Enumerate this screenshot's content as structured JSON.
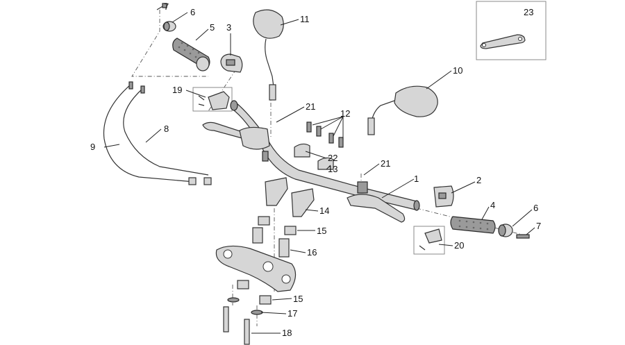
{
  "callouts": [
    {
      "id": "c7a",
      "label": "7"
    },
    {
      "id": "c6a",
      "label": "6"
    },
    {
      "id": "c5",
      "label": "5"
    },
    {
      "id": "c3",
      "label": "3"
    },
    {
      "id": "c11",
      "label": "11"
    },
    {
      "id": "c23",
      "label": "23"
    },
    {
      "id": "c10",
      "label": "10"
    },
    {
      "id": "c19",
      "label": "19"
    },
    {
      "id": "c21a",
      "label": "21"
    },
    {
      "id": "c12",
      "label": "12"
    },
    {
      "id": "c8",
      "label": "8"
    },
    {
      "id": "c9",
      "label": "9"
    },
    {
      "id": "c22",
      "label": "22"
    },
    {
      "id": "c13",
      "label": "13"
    },
    {
      "id": "c21b",
      "label": "21"
    },
    {
      "id": "c1",
      "label": "1"
    },
    {
      "id": "c2",
      "label": "2"
    },
    {
      "id": "c4",
      "label": "4"
    },
    {
      "id": "c6b",
      "label": "6"
    },
    {
      "id": "c14",
      "label": "14"
    },
    {
      "id": "c7b",
      "label": "7"
    },
    {
      "id": "c15a",
      "label": "15"
    },
    {
      "id": "c20",
      "label": "20"
    },
    {
      "id": "c16",
      "label": "16"
    },
    {
      "id": "c15b",
      "label": "15"
    },
    {
      "id": "c17",
      "label": "17"
    },
    {
      "id": "c18",
      "label": "18"
    }
  ]
}
